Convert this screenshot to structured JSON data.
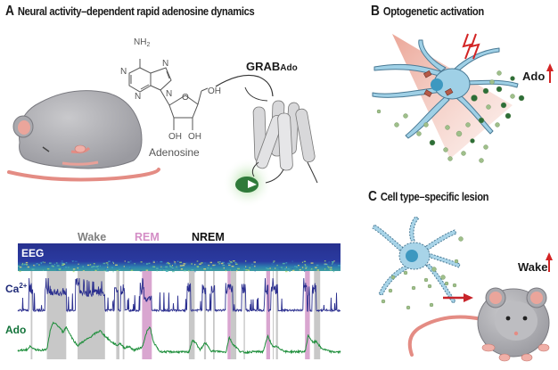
{
  "panels": {
    "A": {
      "letter": "A",
      "title": "Neural activity–dependent rapid adenosine dynamics",
      "molecule_label": "Adenosine",
      "atoms": {
        "nh2": "NH",
        "nh2_sub": "2",
        "n": "N",
        "o": "O",
        "oh": "OH"
      },
      "sensor_label": "GRAB",
      "sensor_sub": "Ado",
      "states": [
        {
          "name": "Wake",
          "color": "#7f7f7f"
        },
        {
          "name": "REM",
          "color": "#d48ec6"
        },
        {
          "name": "NREM",
          "color": "#111111"
        }
      ],
      "eeg_label": "EEG",
      "ca_label": "Ca",
      "ca_sup": "2+",
      "ado_label": "Ado",
      "colors": {
        "ca_trace": "#2b2f8f",
        "ado_trace": "#1f8f3c",
        "wake_band": "#c8c8c8",
        "rem_band": "#d9a6d0",
        "eeg_bg": "#27318f",
        "label_blue": "#1f2a78",
        "label_green": "#13733a"
      },
      "bands": [
        {
          "state": "wake",
          "start": 0.04,
          "end": 0.045
        },
        {
          "state": "wake",
          "start": 0.09,
          "end": 0.15
        },
        {
          "state": "wake",
          "start": 0.185,
          "end": 0.27
        },
        {
          "state": "wake",
          "start": 0.305,
          "end": 0.315
        },
        {
          "state": "wake",
          "start": 0.325,
          "end": 0.33
        },
        {
          "state": "rem",
          "start": 0.385,
          "end": 0.415
        },
        {
          "state": "wake",
          "start": 0.53,
          "end": 0.548
        },
        {
          "state": "wake",
          "start": 0.577,
          "end": 0.583
        },
        {
          "state": "wake",
          "start": 0.605,
          "end": 0.61
        },
        {
          "state": "rem",
          "start": 0.65,
          "end": 0.66
        },
        {
          "state": "wake",
          "start": 0.66,
          "end": 0.677
        },
        {
          "state": "wake",
          "start": 0.7,
          "end": 0.704
        },
        {
          "state": "rem",
          "start": 0.77,
          "end": 0.782
        },
        {
          "state": "wake",
          "start": 0.79,
          "end": 0.793
        },
        {
          "state": "wake",
          "start": 0.8,
          "end": 0.806
        },
        {
          "state": "rem",
          "start": 0.89,
          "end": 0.905
        },
        {
          "state": "wake",
          "start": 0.918,
          "end": 0.937
        }
      ],
      "ado_trace": [
        [
          0.0,
          0.08
        ],
        [
          0.03,
          0.12
        ],
        [
          0.04,
          0.22
        ],
        [
          0.05,
          0.12
        ],
        [
          0.08,
          0.1
        ],
        [
          0.09,
          0.12
        ],
        [
          0.1,
          0.6
        ],
        [
          0.11,
          0.85
        ],
        [
          0.12,
          0.78
        ],
        [
          0.13,
          0.7
        ],
        [
          0.14,
          0.58
        ],
        [
          0.15,
          0.72
        ],
        [
          0.17,
          0.4
        ],
        [
          0.185,
          0.22
        ],
        [
          0.2,
          0.32
        ],
        [
          0.22,
          0.42
        ],
        [
          0.24,
          0.55
        ],
        [
          0.255,
          0.62
        ],
        [
          0.27,
          0.48
        ],
        [
          0.29,
          0.32
        ],
        [
          0.31,
          0.22
        ],
        [
          0.315,
          0.3
        ],
        [
          0.33,
          0.16
        ],
        [
          0.345,
          0.2
        ],
        [
          0.36,
          0.1
        ],
        [
          0.385,
          0.18
        ],
        [
          0.4,
          0.6
        ],
        [
          0.41,
          0.72
        ],
        [
          0.42,
          0.32
        ],
        [
          0.44,
          0.06
        ],
        [
          0.53,
          0.05
        ],
        [
          0.54,
          0.35
        ],
        [
          0.55,
          0.32
        ],
        [
          0.565,
          0.1
        ],
        [
          0.58,
          0.3
        ],
        [
          0.6,
          0.08
        ],
        [
          0.645,
          0.05
        ],
        [
          0.655,
          0.45
        ],
        [
          0.665,
          0.28
        ],
        [
          0.69,
          0.06
        ],
        [
          0.705,
          0.04
        ],
        [
          0.73,
          0.06
        ],
        [
          0.76,
          0.06
        ],
        [
          0.775,
          0.48
        ],
        [
          0.79,
          0.18
        ],
        [
          0.8,
          0.2
        ],
        [
          0.83,
          0.06
        ],
        [
          0.89,
          0.06
        ],
        [
          0.9,
          0.5
        ],
        [
          0.915,
          0.3
        ],
        [
          0.925,
          0.34
        ],
        [
          0.94,
          0.15
        ],
        [
          0.97,
          0.06
        ],
        [
          1.0,
          0.05
        ]
      ],
      "ca_base": 0.1,
      "ca_active_windows": [
        {
          "start": 0.09,
          "end": 0.15,
          "level": 0.7
        },
        {
          "start": 0.185,
          "end": 0.27,
          "level": 0.68
        },
        {
          "start": 0.385,
          "end": 0.415,
          "level": 0.5
        },
        {
          "start": 0.9,
          "end": 0.905,
          "level": 0.55
        }
      ]
    },
    "B": {
      "letter": "B",
      "title": "Optogenetic activation",
      "readout_label": "Ado"
    },
    "C": {
      "letter": "C",
      "title": "Cell type–specific lesion",
      "readout_label": "Wake"
    }
  },
  "icons": {
    "up_arrow": "up-arrow-icon",
    "lightning": "lightning-icon"
  }
}
